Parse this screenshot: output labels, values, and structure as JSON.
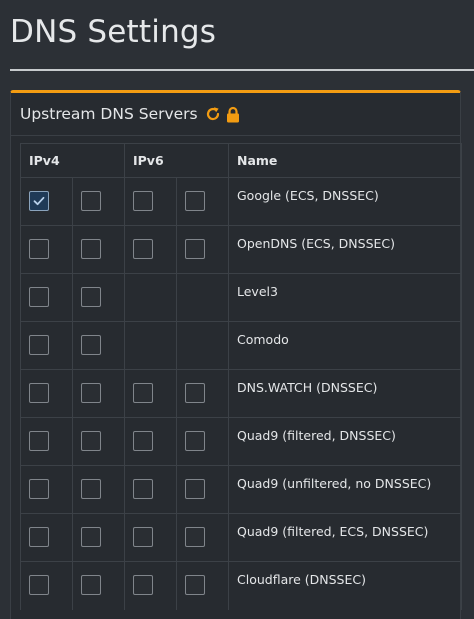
{
  "page": {
    "title": "DNS Settings"
  },
  "card": {
    "title": "Upstream DNS Servers",
    "icons": [
      "refresh-icon",
      "lock-icon"
    ],
    "accent_color": "#f39c12"
  },
  "table": {
    "headers": {
      "ipv4": "IPv4",
      "ipv6": "IPv6",
      "name": "Name"
    },
    "rows": [
      {
        "name": "Google (ECS, DNSSEC)",
        "ipv4": [
          true,
          false
        ],
        "ipv6": [
          false,
          false
        ]
      },
      {
        "name": "OpenDNS (ECS, DNSSEC)",
        "ipv4": [
          false,
          false
        ],
        "ipv6": [
          false,
          false
        ]
      },
      {
        "name": "Level3",
        "ipv4": [
          false,
          false
        ],
        "ipv6": null
      },
      {
        "name": "Comodo",
        "ipv4": [
          false,
          false
        ],
        "ipv6": null
      },
      {
        "name": "DNS.WATCH (DNSSEC)",
        "ipv4": [
          false,
          false
        ],
        "ipv6": [
          false,
          false
        ]
      },
      {
        "name": "Quad9 (filtered, DNSSEC)",
        "ipv4": [
          false,
          false
        ],
        "ipv6": [
          false,
          false
        ]
      },
      {
        "name": "Quad9 (unfiltered, no DNSSEC)",
        "ipv4": [
          false,
          false
        ],
        "ipv6": [
          false,
          false
        ]
      },
      {
        "name": "Quad9 (filtered, ECS, DNSSEC)",
        "ipv4": [
          false,
          false
        ],
        "ipv6": [
          false,
          false
        ]
      },
      {
        "name": "Cloudflare (DNSSEC)",
        "ipv4": [
          false,
          false
        ],
        "ipv6": [
          false,
          false
        ]
      }
    ]
  }
}
